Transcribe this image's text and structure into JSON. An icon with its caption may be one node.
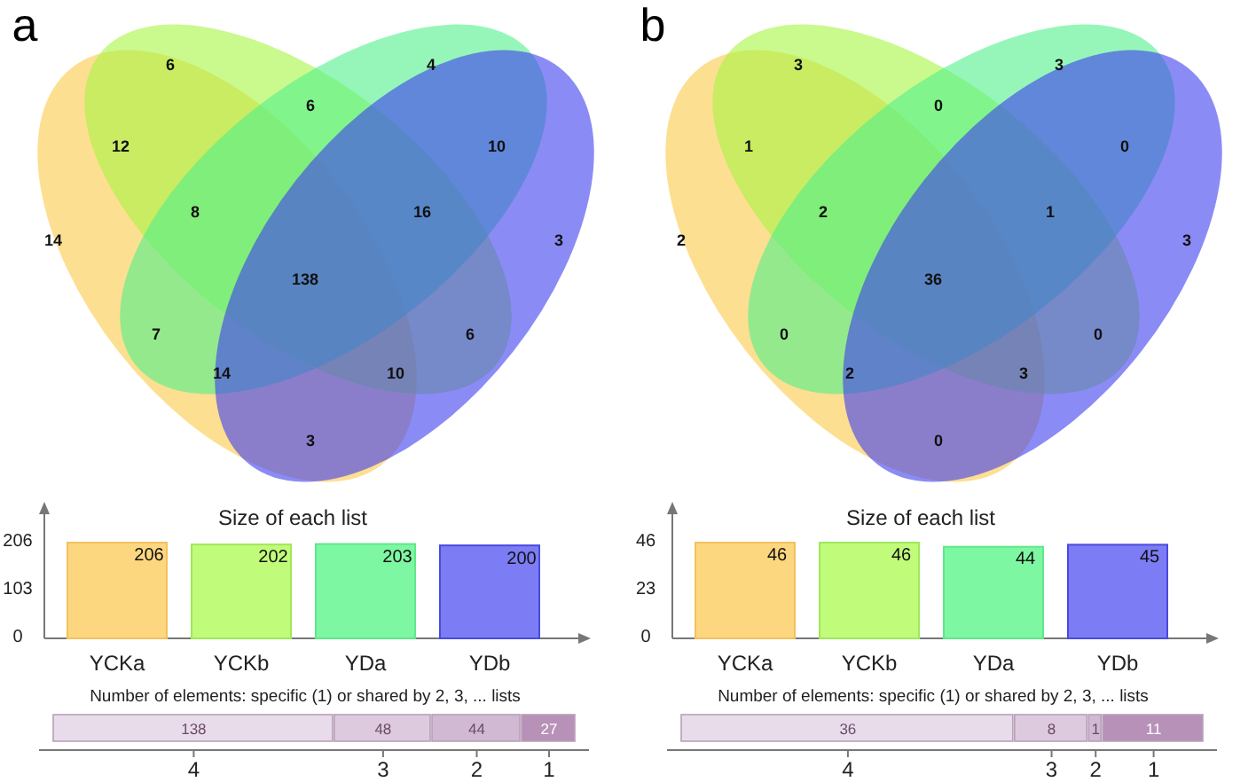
{
  "diagram": {
    "labels": [
      "a",
      "6",
      "4",
      "6",
      "12",
      "10",
      "8",
      "16",
      "14",
      "3",
      "138",
      "7",
      "6",
      "14",
      "10",
      "3",
      "Size of each list",
      "206",
      "103",
      "0",
      "206",
      "202",
      "203",
      "200",
      "YCKa",
      "YCKb",
      "YDa",
      "YDb",
      "Number of elements: specific (1) or shared by 2, 3, ... lists",
      "138",
      "48",
      "44",
      "27",
      "4",
      "3",
      "2",
      "1",
      "b",
      "3",
      "3",
      "0",
      "1",
      "0",
      "2",
      "1",
      "2",
      "3",
      "36",
      "0",
      "0",
      "2",
      "3",
      "0",
      "Size of each list",
      "46",
      "23",
      "0",
      "46",
      "46",
      "44",
      "45",
      "YCKa",
      "YCKb",
      "YDa",
      "YDb",
      "Number of elements: specific (1) or shared by 2, 3, ... lists",
      "36",
      "8",
      "1",
      "11",
      "4",
      "3",
      "2",
      "1"
    ]
  }
}
